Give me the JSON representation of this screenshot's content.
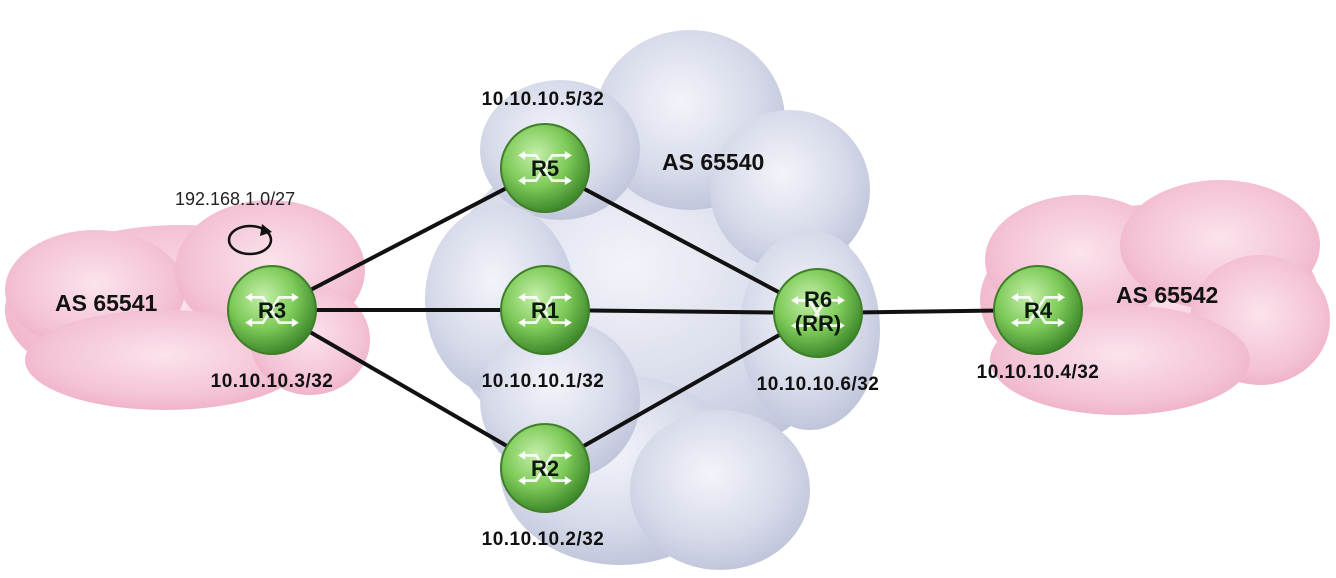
{
  "autonomous_systems": [
    {
      "id": "as65541",
      "label": "AS 65541",
      "color": "#f4c3d6"
    },
    {
      "id": "as65540",
      "label": "AS 65540",
      "color": "#cfd3e6"
    },
    {
      "id": "as65542",
      "label": "AS 65542",
      "color": "#f4c3d6"
    }
  ],
  "routers": [
    {
      "id": "r3",
      "name": "R3",
      "sub": "",
      "ip": "10.10.10.3/32"
    },
    {
      "id": "r5",
      "name": "R5",
      "sub": "",
      "ip": "10.10.10.5/32"
    },
    {
      "id": "r1",
      "name": "R1",
      "sub": "",
      "ip": "10.10.10.1/32"
    },
    {
      "id": "r2",
      "name": "R2",
      "sub": "",
      "ip": "10.10.10.2/32"
    },
    {
      "id": "r6",
      "name": "R6",
      "sub": "(RR)",
      "ip": "10.10.10.6/32"
    },
    {
      "id": "r4",
      "name": "R4",
      "sub": "",
      "ip": "10.10.10.4/32"
    }
  ],
  "links": [
    [
      "r3",
      "r5"
    ],
    [
      "r3",
      "r1"
    ],
    [
      "r3",
      "r2"
    ],
    [
      "r5",
      "r6"
    ],
    [
      "r1",
      "r6"
    ],
    [
      "r2",
      "r6"
    ],
    [
      "r6",
      "r4"
    ]
  ],
  "prefix": {
    "label": "192.168.1.0/27",
    "attached_to": "r3"
  },
  "colors": {
    "router_fill": "#7fcb5a",
    "router_edge": "#3f7f2a",
    "link": "#111111"
  }
}
